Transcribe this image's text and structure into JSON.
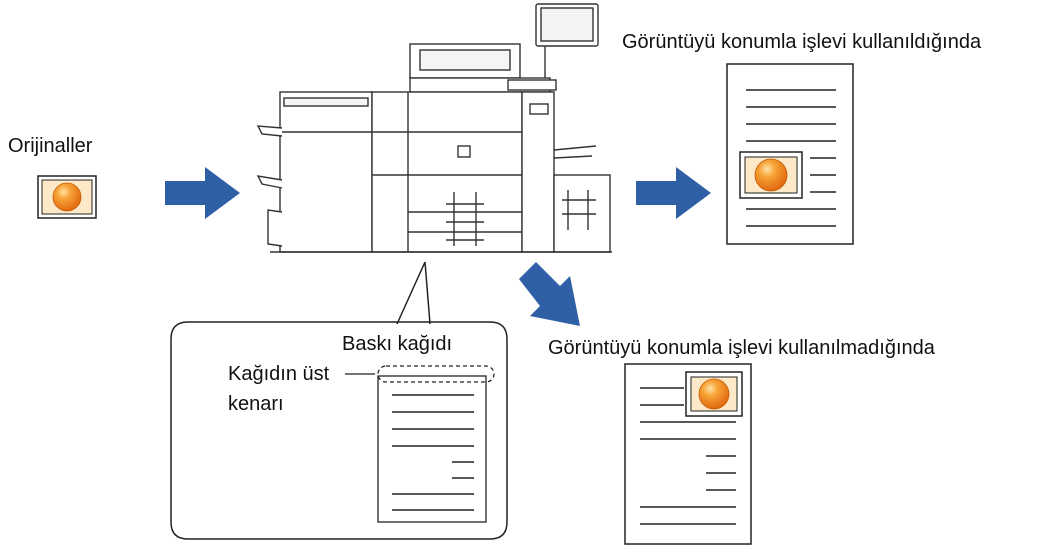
{
  "labels": {
    "originals": "Orijinaller",
    "with_function": "Görüntüyü konumla işlevi kullanıldığında",
    "without_function": "Görüntüyü konumla işlevi kullanılmadığında",
    "print_paper": "Baskı kağıdı",
    "paper_top_edge_line1": "Kağıdın üst",
    "paper_top_edge_line2": "kenarı"
  },
  "colors": {
    "arrow": "#2f5fa5",
    "orange_dot": "#f08a1c",
    "line": "#222222"
  },
  "icons": [
    "orange-circle-image-icon",
    "blue-arrow-icon",
    "printer-machine-icon",
    "document-page-icon"
  ]
}
